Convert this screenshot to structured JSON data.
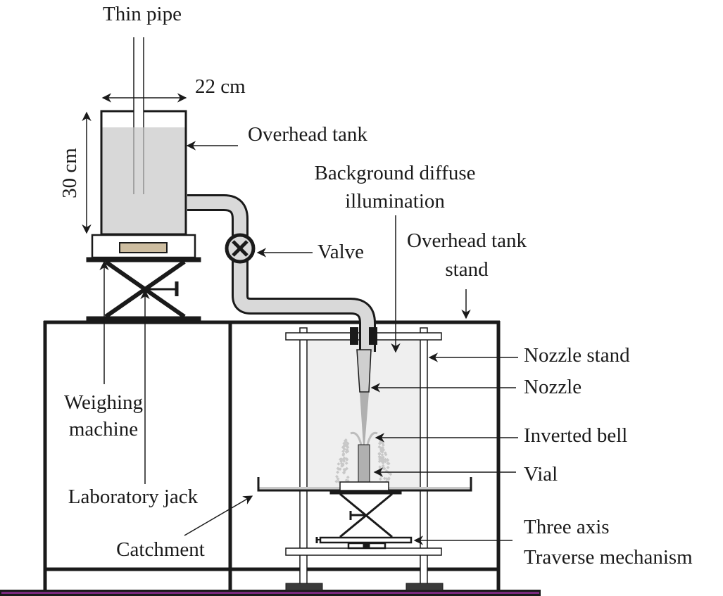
{
  "diagram": {
    "title": "Experimental setup",
    "colors": {
      "line": "#1a1a1a",
      "water": "#d8d8d8",
      "pipe": "#d9d9d9",
      "illumination": "#efefef",
      "scale_display": "#cdbda0",
      "floor": "#7a2a7e",
      "spray": "#c8c8c8",
      "jet": "#b0b0b0",
      "foot": "#3a3a3a"
    },
    "labels": {
      "thin_pipe": "Thin pipe",
      "width_dim": "22 cm",
      "height_dim": "30 cm",
      "overhead_tank": "Overhead tank",
      "background_line1": "Background diffuse",
      "background_line2": "illumination",
      "valve": "Valve",
      "tank_stand_line1": "Overhead tank",
      "tank_stand_line2": "stand",
      "nozzle_stand": "Nozzle stand",
      "nozzle": "Nozzle",
      "inverted_bell": "Inverted bell",
      "vial": "Vial",
      "traverse_line1": "Three axis",
      "traverse_line2": "Traverse mechanism",
      "weighing_line1": "Weighing",
      "weighing_line2": "machine",
      "lab_jack": "Laboratory jack",
      "catchment": "Catchment"
    }
  }
}
